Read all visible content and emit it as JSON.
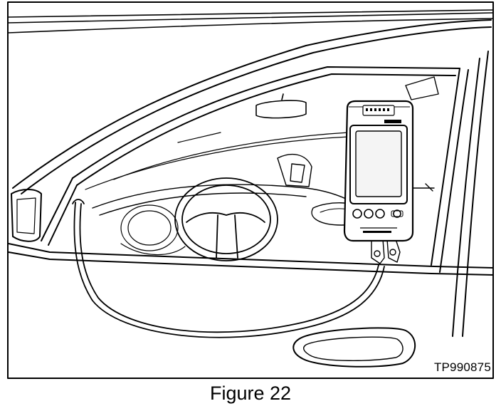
{
  "figure": {
    "reference_code": "TP990875",
    "caption": "Figure 22"
  },
  "scan_tool": {
    "brand_label": "",
    "model_label": "",
    "buttons": 4
  }
}
